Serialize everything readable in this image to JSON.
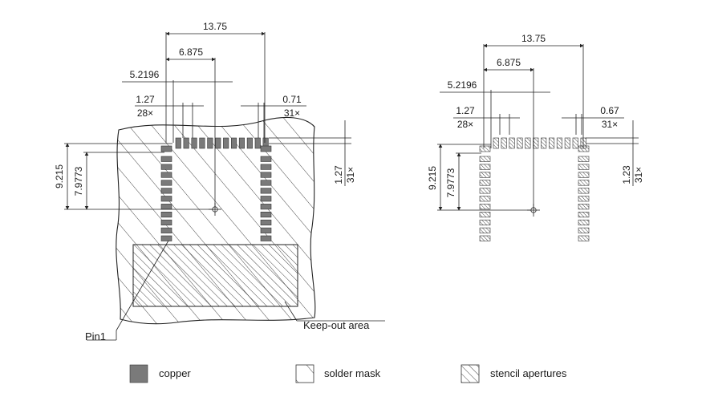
{
  "left_view": {
    "dim_overall_width": "13.75",
    "dim_half_width": "6.875",
    "dim_pin1_offset": "5.2196",
    "dim_pitch_top": "1.27",
    "dim_count_top": "28×",
    "dim_pad_width_top": "0.71",
    "dim_count_side_top": "31×",
    "dim_vertical_overall": "9.215",
    "dim_vertical_inner": "7.9773",
    "dim_pitch_side": "1.27",
    "dim_count_side": "31×",
    "label_pin1": "Pin1",
    "label_keepout": "Keep-out area"
  },
  "right_view": {
    "dim_overall_width": "13.75",
    "dim_half_width": "6.875",
    "dim_pin1_offset": "5.2196",
    "dim_pitch_top": "1.27",
    "dim_count_top": "28×",
    "dim_pad_width_top": "0.67",
    "dim_count_side_top": "31×",
    "dim_vertical_overall": "9.215",
    "dim_vertical_inner": "7.9773",
    "dim_pad_side": "1.23",
    "dim_count_side": "31×"
  },
  "legend": {
    "copper": "copper",
    "solder_mask": "solder mask",
    "stencil": "stencil apertures"
  },
  "colors": {
    "copper": "#7a7a7a",
    "line": "#222222"
  }
}
